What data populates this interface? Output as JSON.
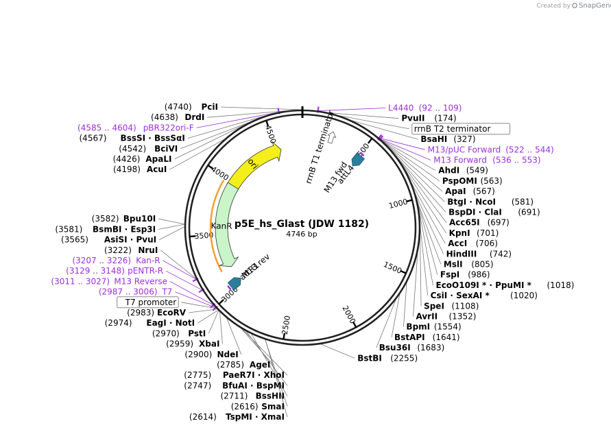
{
  "branding": {
    "created_by": "Created by",
    "product": "SnapGene"
  },
  "plasmid": {
    "name": "p5E_hs_Glast (JDW 1182)",
    "length_label": "4746 bp",
    "length": 4746
  },
  "colors": {
    "backbone": "#222222",
    "ori": "#f4ef1a",
    "kanr": "#c9f5c8",
    "kanr_outline": "#f0a030",
    "att": "#2b7f9a",
    "primer": "#9a30d8",
    "terminator": "#ffffff",
    "leader": "#777777"
  },
  "ticks": [
    {
      "pos": 500,
      "label": "500"
    },
    {
      "pos": 1000,
      "label": "1000"
    },
    {
      "pos": 1500,
      "label": "1500"
    },
    {
      "pos": 2000,
      "label": "2000"
    },
    {
      "pos": 2500,
      "label": "2500"
    },
    {
      "pos": 3000,
      "label": "3000"
    },
    {
      "pos": 3500,
      "label": "3500"
    },
    {
      "pos": 4000,
      "label": "4000"
    },
    {
      "pos": 4500,
      "label": "4500"
    }
  ],
  "features": [
    {
      "name": "ori",
      "label": "ori",
      "start": 3950,
      "end": 4545,
      "kind": "arrow",
      "dir": "cw",
      "color": "ori"
    },
    {
      "name": "KanR",
      "label": "KanR",
      "start": 3180,
      "end": 3970,
      "kind": "arrow",
      "dir": "ccw",
      "color": "kanr"
    },
    {
      "name": "rrnB-T1-terminator",
      "label": "rrnB T1 terminator",
      "start": 190,
      "end": 280,
      "kind": "terminator"
    },
    {
      "name": "attL4",
      "label": "attL4",
      "start": 470,
      "end": 560,
      "kind": "att"
    },
    {
      "name": "attR1",
      "label": "attR1",
      "start": 2995,
      "end": 3085,
      "kind": "att"
    },
    {
      "name": "M13-fwd",
      "label": "M13 fwd",
      "start": 430,
      "end": 450,
      "kind": "site"
    },
    {
      "name": "M13-rev",
      "label": "M13 rev",
      "start": 3030,
      "end": 3050,
      "kind": "site"
    }
  ],
  "left_labels": [
    {
      "pos": "(4740)",
      "name": "PciI",
      "slabel": 4740
    },
    {
      "pos": "(4638)",
      "name": "DrdI",
      "slabel": 4638
    },
    {
      "pos": "(4585 .. 4604)",
      "name": "pBR322ori-F",
      "primer": true,
      "slabel": 4594
    },
    {
      "pos": "(4567)",
      "name": "BssSI · BssSαI",
      "slabel": 4567
    },
    {
      "pos": "(4542)",
      "name": "BciVI",
      "slabel": 4542
    },
    {
      "pos": "(4426)",
      "name": "ApaLI",
      "slabel": 4426
    },
    {
      "pos": "(4198)",
      "name": "AcuI",
      "slabel": 4198
    },
    {
      "pos": "(3582)",
      "name": "Bpu10I",
      "slabel": 3582
    },
    {
      "pos": "(3581)",
      "name": "BsmBI · Esp3I",
      "slabel": 3581
    },
    {
      "pos": "(3565)",
      "name": "AsiSI · PvuI",
      "slabel": 3565
    },
    {
      "pos": "(3207 .. 3226)",
      "name": "Kan-R",
      "primer": true,
      "slabel": 3216
    },
    {
      "pos": "(3222)",
      "name": "NruI",
      "slabel": 3222
    },
    {
      "pos": "(3129 .. 3148)",
      "name": "pENTR-R",
      "primer": true,
      "slabel": 3138
    },
    {
      "pos": "(3011 .. 3027)",
      "name": "M13 Reverse",
      "primer": true,
      "slabel": 3019
    },
    {
      "pos": "(2987 .. 3006)",
      "name": "T7",
      "primer": true,
      "slabel": 2996
    },
    {
      "pos": "",
      "name": "T7 promoter",
      "boxed": true,
      "slabel": 2990
    },
    {
      "pos": "(2983)",
      "name": "EcoRV",
      "slabel": 2983
    },
    {
      "pos": "(2974)",
      "name": "EagI · NotI",
      "slabel": 2974
    },
    {
      "pos": "(2970)",
      "name": "PstI",
      "slabel": 2970
    },
    {
      "pos": "(2959)",
      "name": "XbaI",
      "slabel": 2959
    },
    {
      "pos": "(2900)",
      "name": "NdeI",
      "slabel": 2900
    },
    {
      "pos": "(2785)",
      "name": "AgeI",
      "slabel": 2785
    },
    {
      "pos": "(2775)",
      "name": "PaeR7I · XhoI",
      "slabel": 2775
    },
    {
      "pos": "(2747)",
      "name": "BfuAI · BspMI",
      "slabel": 2747
    },
    {
      "pos": "(2711)",
      "name": "BssHII",
      "slabel": 2711
    },
    {
      "pos": "(2616)",
      "name": "SmaI",
      "slabel": 2616
    },
    {
      "pos": "(2614)",
      "name": "TspMI · XmaI",
      "slabel": 2614
    }
  ],
  "right_labels": [
    {
      "name": "L4440",
      "pos": "(92 .. 109)",
      "primer": true,
      "slabel": 100
    },
    {
      "name": "PvuII",
      "pos": "(174)",
      "slabel": 174
    },
    {
      "name": "rrnB T2 terminator",
      "pos": "",
      "boxed": true,
      "slabel": 240
    },
    {
      "name": "BsaHI",
      "pos": "(327)",
      "slabel": 327
    },
    {
      "name": "M13/pUC Forward",
      "pos": "(522 .. 544)",
      "primer": true,
      "slabel": 533
    },
    {
      "name": "M13 Forward",
      "pos": "(536 .. 553)",
      "primer": true,
      "slabel": 544
    },
    {
      "name": "AhdI",
      "pos": "(549)",
      "slabel": 549
    },
    {
      "name": "PspOMI",
      "pos": "(563)",
      "slabel": 563
    },
    {
      "name": "ApaI",
      "pos": "(567)",
      "slabel": 567
    },
    {
      "name": "BtgI · NcoI",
      "pos": "(581)",
      "slabel": 581
    },
    {
      "name": "BspDI · ClaI",
      "pos": "(691)",
      "slabel": 691
    },
    {
      "name": "Acc65I",
      "pos": "(697)",
      "slabel": 697
    },
    {
      "name": "KpnI",
      "pos": "(701)",
      "slabel": 701
    },
    {
      "name": "AccI",
      "pos": "(706)",
      "slabel": 706
    },
    {
      "name": "HindIII",
      "pos": "(742)",
      "slabel": 742
    },
    {
      "name": "MslI",
      "pos": "(805)",
      "slabel": 805
    },
    {
      "name": "FspI",
      "pos": "(986)",
      "slabel": 986
    },
    {
      "name": "EcoO109I * · PpuMI *",
      "pos": "(1018)",
      "slabel": 1018
    },
    {
      "name": "CsiI · SexAI *",
      "pos": "(1020)",
      "slabel": 1020
    },
    {
      "name": "SpeI",
      "pos": "(1108)",
      "slabel": 1108
    },
    {
      "name": "AvrII",
      "pos": "(1352)",
      "slabel": 1352
    },
    {
      "name": "BpmI",
      "pos": "(1554)",
      "slabel": 1554
    },
    {
      "name": "BstAPI",
      "pos": "(1641)",
      "slabel": 1641
    },
    {
      "name": "Bsu36I",
      "pos": "(1683)",
      "slabel": 1683
    },
    {
      "name": "BstBI",
      "pos": "(2255)",
      "slabel": 2255
    }
  ]
}
